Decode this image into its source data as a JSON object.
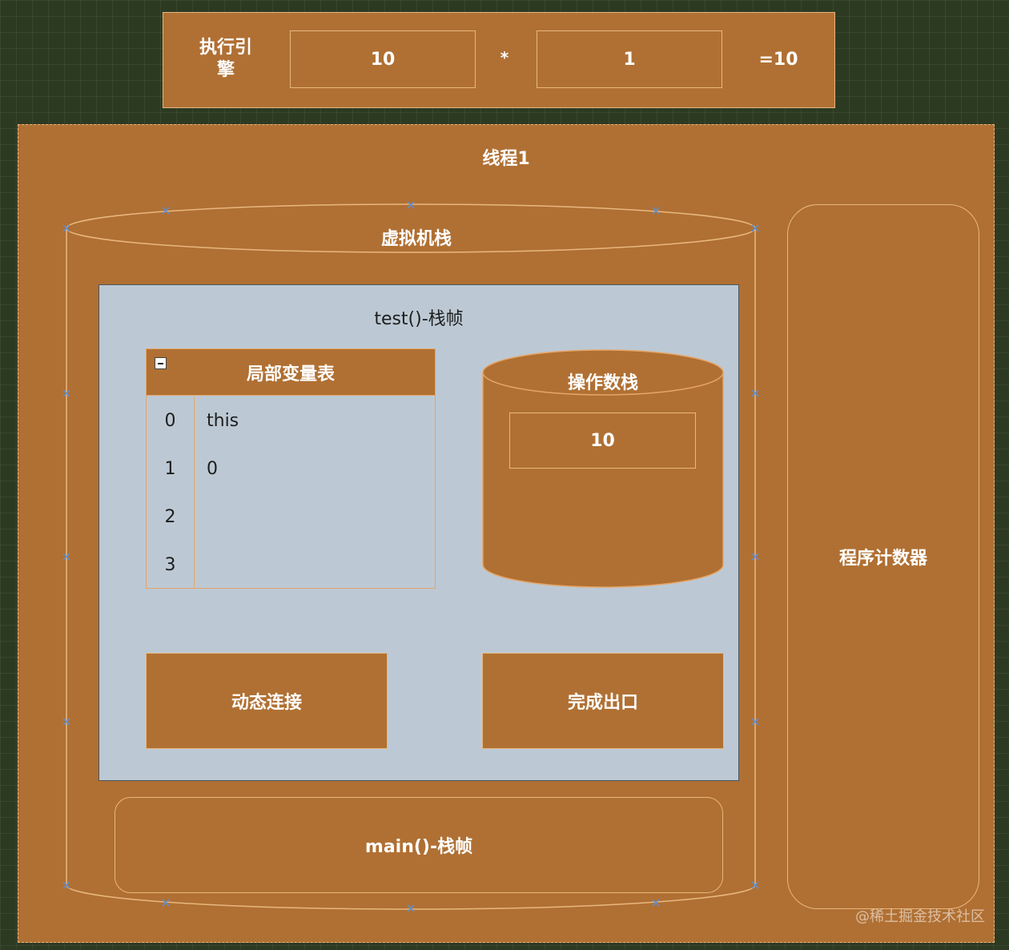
{
  "engine": {
    "label_line1": "执行引",
    "label_line2": "擎",
    "operand1": "10",
    "operator": "*",
    "operand2": "1",
    "result": "=10"
  },
  "thread": {
    "title": "线程1",
    "program_counter": "程序计数器",
    "vm_stack": {
      "title": "虚拟机栈",
      "frames": [
        {
          "title": "test()-栈帧",
          "local_variable_table": {
            "title": "局部变量表",
            "rows": [
              {
                "index": "0",
                "value": "this"
              },
              {
                "index": "1",
                "value": "0"
              },
              {
                "index": "2",
                "value": ""
              },
              {
                "index": "3",
                "value": ""
              }
            ]
          },
          "operand_stack": {
            "title": "操作数栈",
            "items": [
              "10"
            ]
          },
          "dynamic_linking": "动态连接",
          "return_address": "完成出口"
        },
        {
          "title": "main()-栈帧"
        }
      ]
    }
  },
  "watermark": "@稀土掘金技术社区",
  "colors": {
    "background": "#2d3a22",
    "block_fill": "#b07033",
    "block_border": "#e8b77e",
    "frame_fill": "#bcc9d4",
    "handle": "#5b8fd6"
  }
}
